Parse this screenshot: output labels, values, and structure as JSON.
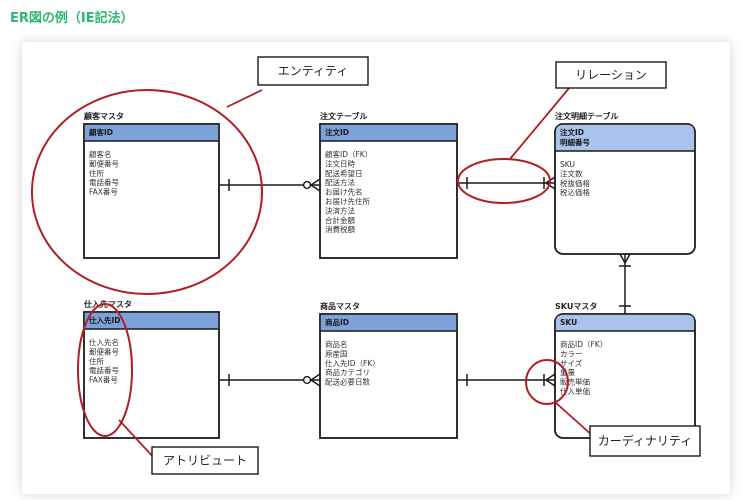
{
  "page_title": "ER図の例（IE記法）",
  "colors": {
    "title_green": "#2bb673",
    "entity_header": "#7da2da",
    "dependent_header": "#a9c3ec",
    "callout_red": "#b11f24",
    "line": "#1a1a1a"
  },
  "entities": [
    {
      "id": "customer",
      "label": "顧客マスタ",
      "keys": [
        "顧客ID"
      ],
      "attributes": [
        "顧客名",
        "郵便番号",
        "住所",
        "電話番号",
        "FAX番号"
      ],
      "dependent": false
    },
    {
      "id": "order",
      "label": "注文テーブル",
      "keys": [
        "注文ID"
      ],
      "attributes": [
        "顧客ID（FK）",
        "注文日時",
        "配送希望日",
        "配送方法",
        "お届け先名",
        "お届け先住所",
        "決済方法",
        "合計金額",
        "消費税額"
      ],
      "dependent": false
    },
    {
      "id": "order_detail",
      "label": "注文明細テーブル",
      "keys": [
        "注文ID",
        "明細番号"
      ],
      "attributes": [
        "SKU",
        "注文数",
        "税抜価格",
        "税込価格"
      ],
      "dependent": true
    },
    {
      "id": "supplier",
      "label": "仕入先マスタ",
      "keys": [
        "仕入先ID"
      ],
      "attributes": [
        "仕入先名",
        "郵便番号",
        "住所",
        "電話番号",
        "FAX番号"
      ],
      "dependent": false
    },
    {
      "id": "product",
      "label": "商品マスタ",
      "keys": [
        "商品ID"
      ],
      "attributes": [
        "商品名",
        "原産国",
        "仕入先ID（FK）",
        "商品カテゴリ",
        "配送必要日数"
      ],
      "dependent": false
    },
    {
      "id": "sku",
      "label": "SKUマスタ",
      "keys": [
        "SKU"
      ],
      "attributes": [
        "商品ID（FK）",
        "カラー",
        "サイズ",
        "重量",
        "販売単価",
        "仕入単価"
      ],
      "dependent": true
    }
  ],
  "relations": [
    {
      "from": "customer",
      "to": "order",
      "from_end": "one",
      "to_end": "zero-many"
    },
    {
      "from": "order",
      "to": "order_detail",
      "from_end": "one",
      "to_end": "one-many"
    },
    {
      "from": "order_detail",
      "to": "sku",
      "from_end": "many",
      "to_end": "one"
    },
    {
      "from": "supplier",
      "to": "product",
      "from_end": "one",
      "to_end": "zero-many"
    },
    {
      "from": "product",
      "to": "sku",
      "from_end": "one",
      "to_end": "one-many"
    }
  ],
  "callouts": {
    "entity": "エンティティ",
    "relation": "リレーション",
    "attribute": "アトリビュート",
    "cardinality": "カーディナリティ"
  }
}
